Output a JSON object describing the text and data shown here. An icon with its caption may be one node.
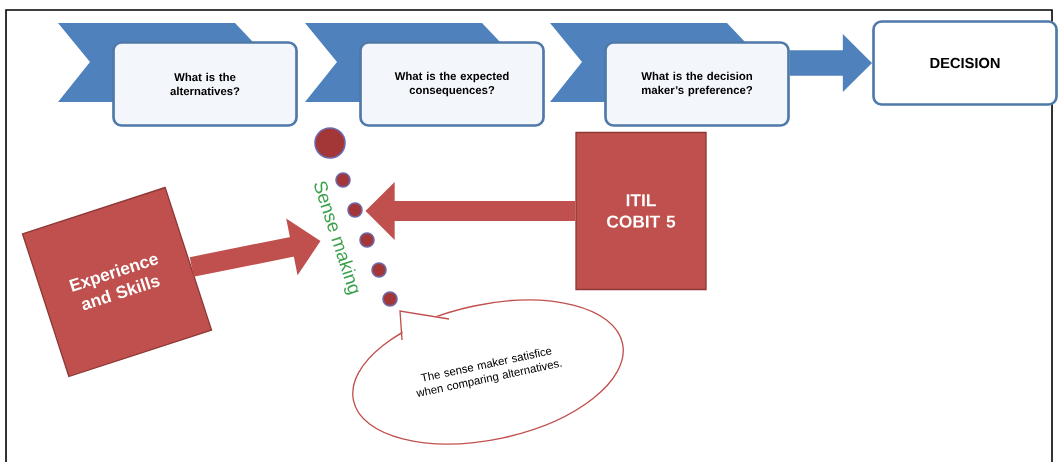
{
  "diagram": {
    "nodes": [
      {
        "text": [
          "What is the alternatives?"
        ]
      },
      {
        "text": [
          "What is the expected consequences?"
        ]
      },
      {
        "text": [
          "What is the decision maker’s preference?"
        ]
      },
      {
        "text": [
          "DECISION"
        ]
      },
      {
        "text": [
          "ITIL COBIT 5"
        ]
      },
      {
        "text": [
          "Experience and Skills"
        ]
      },
      {
        "text": [
          "Sense making"
        ]
      },
      {
        "text": [
          "The sense maker satisfice when comparing alternatives."
        ]
      }
    ],
    "edges": [
      {
        "from": 2,
        "to": 3,
        "arrow": "to",
        "color": "#4f81bd"
      },
      {
        "from": 4,
        "to": 6,
        "arrow": "to"
      },
      {
        "from": 5,
        "to": 6,
        "arrow": "to"
      }
    ]
  }
}
